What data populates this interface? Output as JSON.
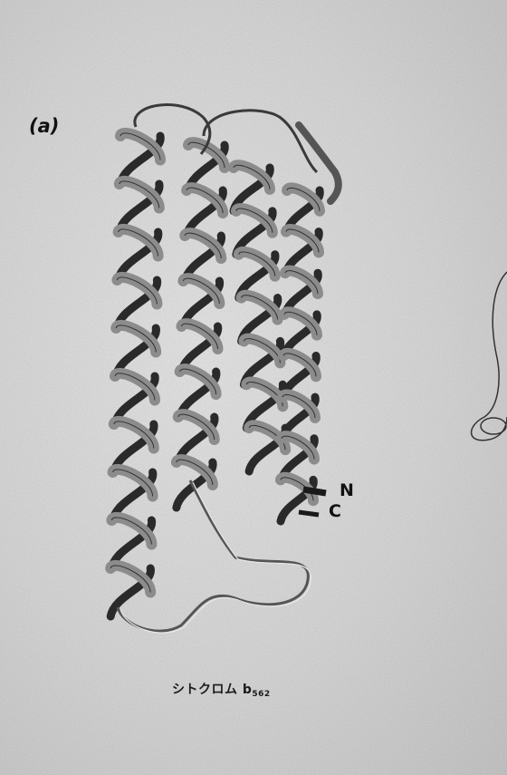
{
  "figure": {
    "panel_label": "(a)",
    "terminus_n": "N",
    "terminus_c": "C",
    "caption_main": "シトクロム b",
    "caption_sub": "562"
  },
  "colors": {
    "ribbon_front": "#8c8c8c",
    "ribbon_back": "#2a2a2a",
    "loop": "#555555"
  }
}
